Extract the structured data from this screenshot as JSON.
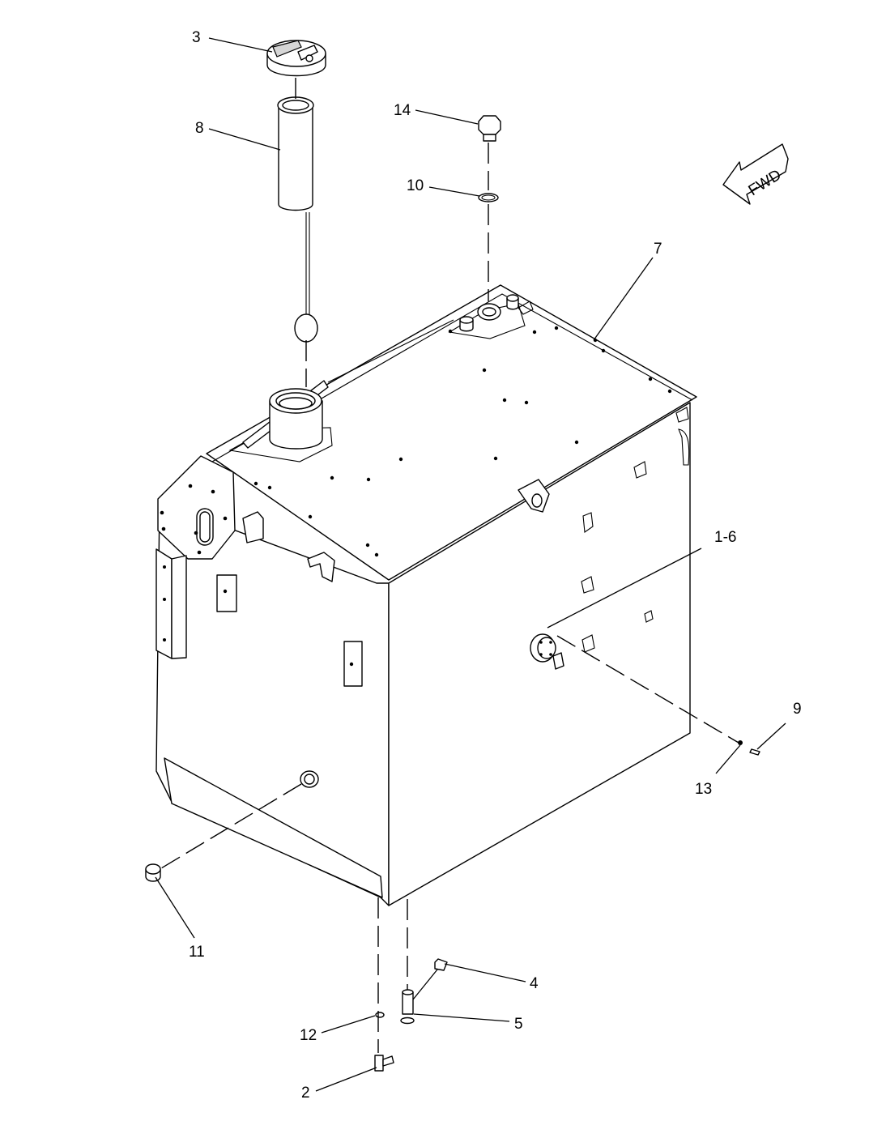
{
  "diagram": {
    "direction_label": "FWD",
    "callouts": [
      {
        "id": "c3",
        "label": "3"
      },
      {
        "id": "c8",
        "label": "8"
      },
      {
        "id": "c14",
        "label": "14"
      },
      {
        "id": "c10",
        "label": "10"
      },
      {
        "id": "c7",
        "label": "7"
      },
      {
        "id": "c1-6",
        "label": "1-6"
      },
      {
        "id": "c9",
        "label": "9"
      },
      {
        "id": "c13",
        "label": "13"
      },
      {
        "id": "c11",
        "label": "11"
      },
      {
        "id": "c4",
        "label": "4"
      },
      {
        "id": "c5",
        "label": "5"
      },
      {
        "id": "c12",
        "label": "12"
      },
      {
        "id": "c2",
        "label": "2"
      }
    ]
  }
}
